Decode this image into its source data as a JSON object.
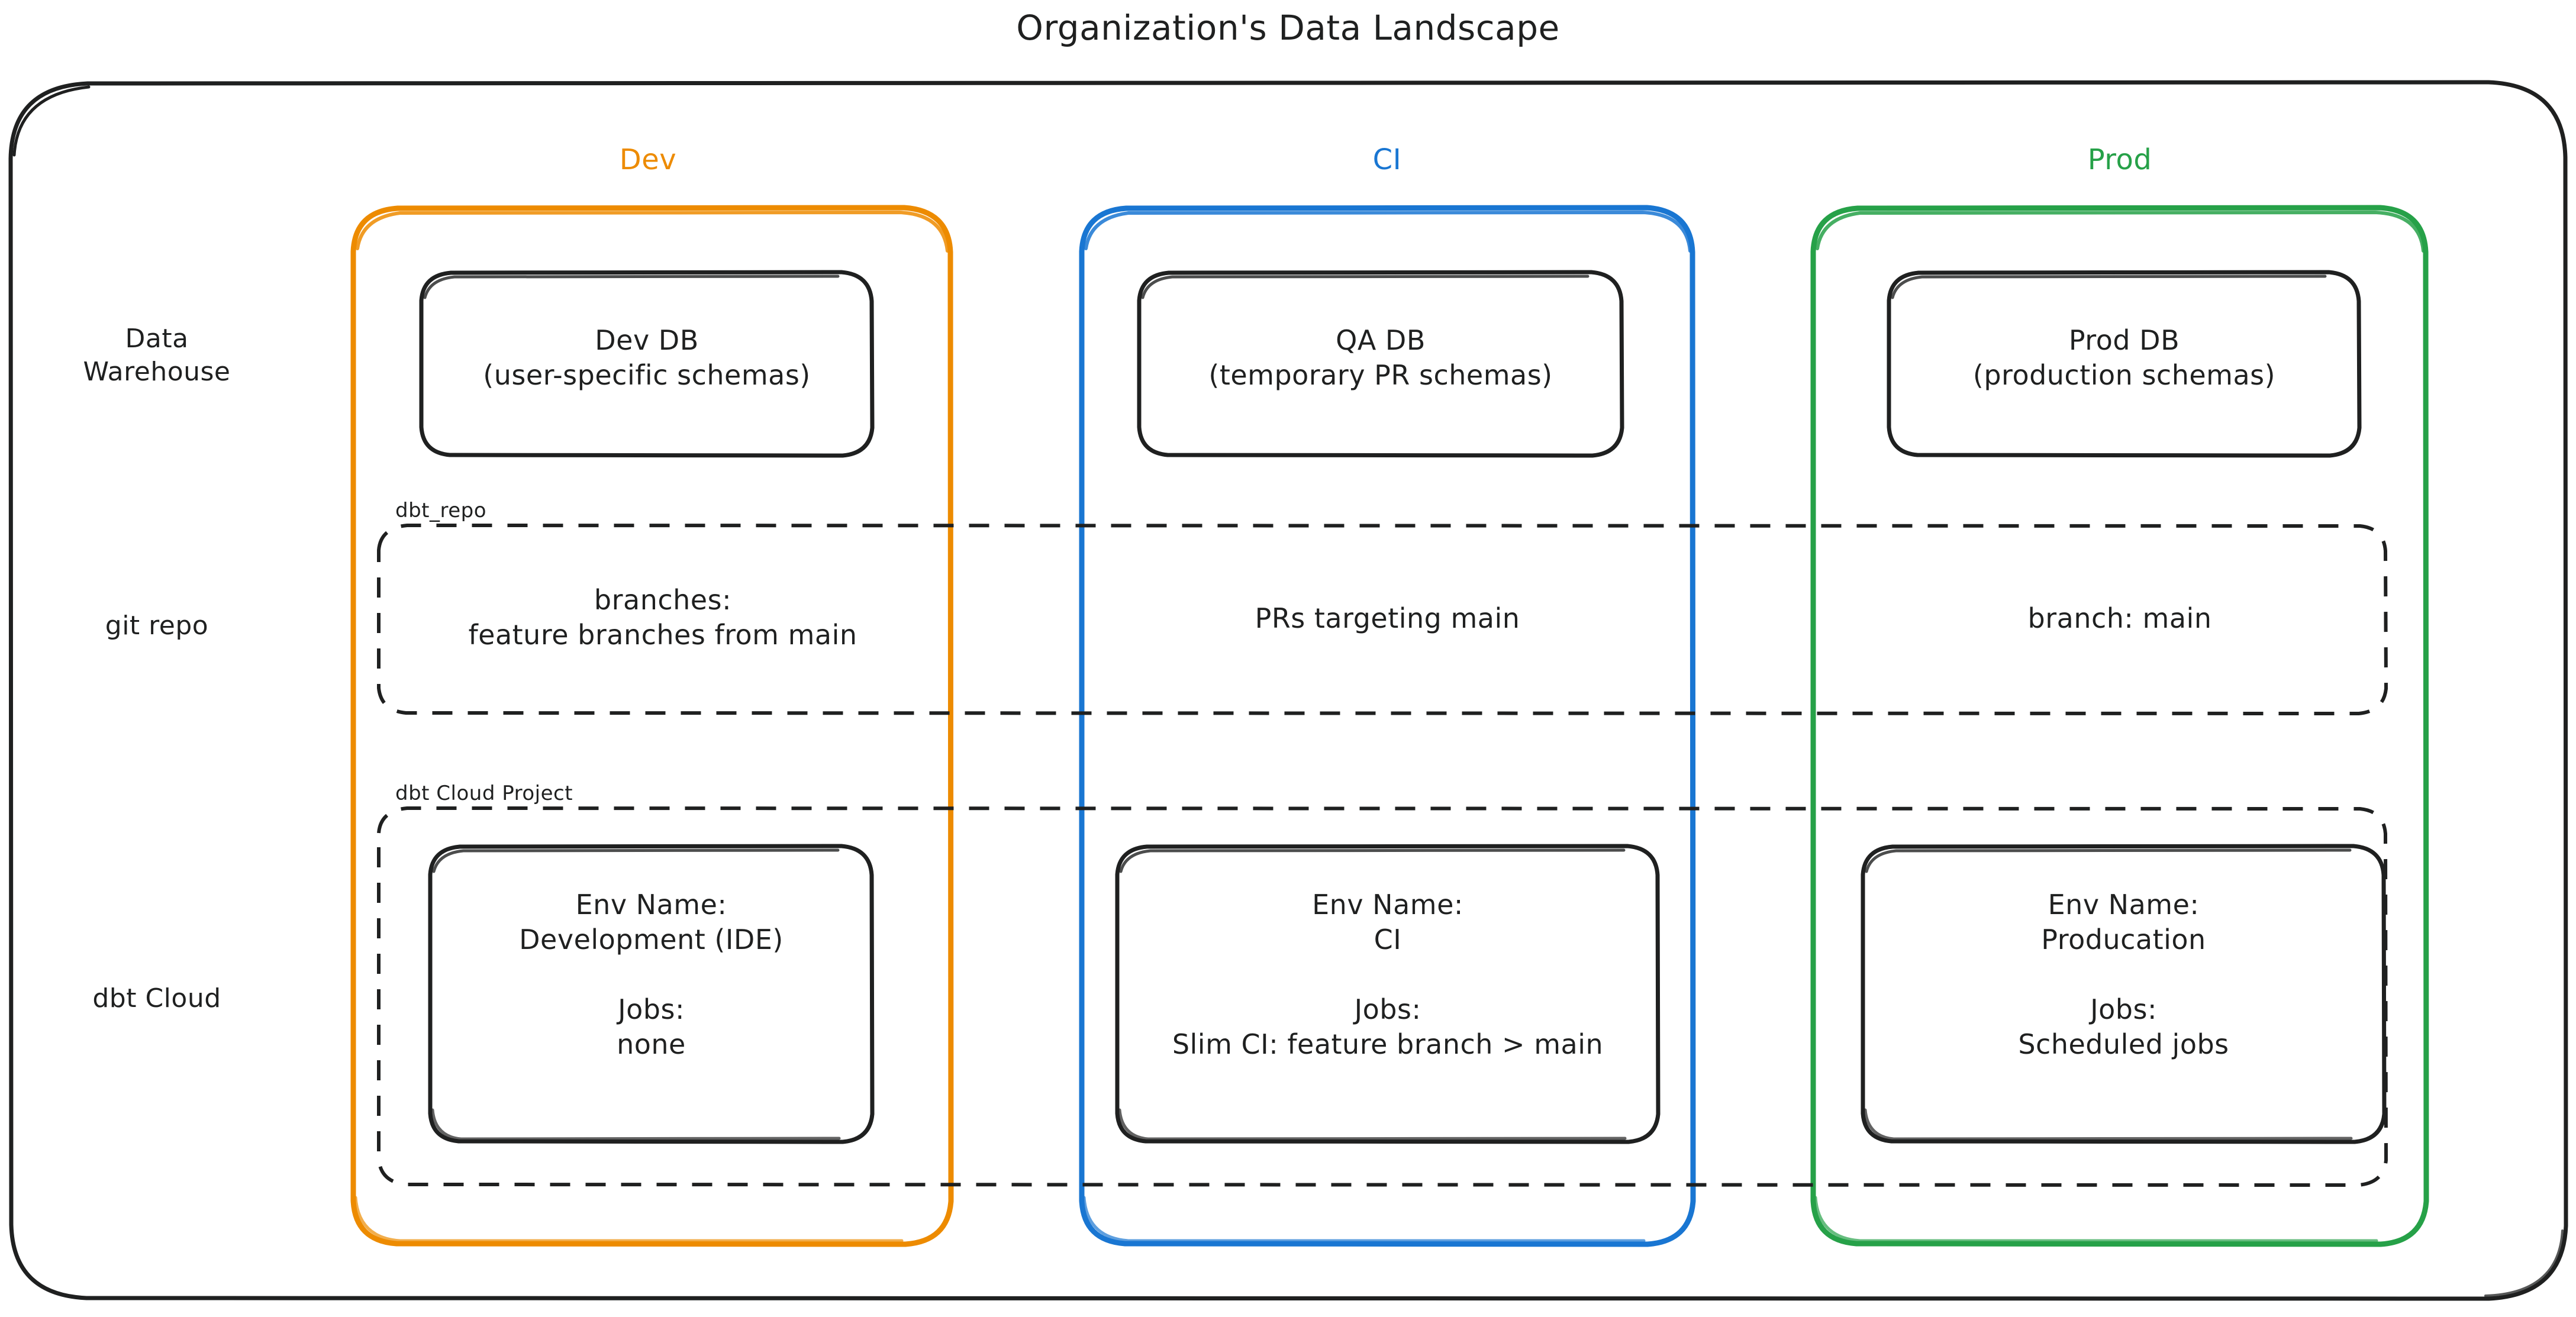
{
  "diagram": {
    "title": "Organization's Data Landscape",
    "type": "architecture-grid",
    "style": "hand-drawn-sketch"
  },
  "colors": {
    "dev": "#ED8B00",
    "ci": "#1976D2",
    "prod": "#26A148",
    "stroke": "#1f2020",
    "background": "#ffffff"
  },
  "columns": [
    {
      "key": "dev",
      "label": "Dev",
      "color": "#ED8B00"
    },
    {
      "key": "ci",
      "label": "CI",
      "color": "#1976D2"
    },
    {
      "key": "prod",
      "label": "Prod",
      "color": "#26A148"
    }
  ],
  "rows": [
    {
      "key": "warehouse",
      "label": "Data\nWarehouse"
    },
    {
      "key": "git",
      "label": "git repo"
    },
    {
      "key": "dbtcloud",
      "label": "dbt Cloud"
    }
  ],
  "clusters": [
    {
      "key": "dbt_repo",
      "label": "dbt_repo"
    },
    {
      "key": "dbt_project",
      "label": "dbt Cloud Project"
    }
  ],
  "cells": {
    "warehouse": {
      "dev": "Dev DB\n(user-specific schemas)",
      "ci": "QA DB\n(temporary PR schemas)",
      "prod": "Prod DB\n(production schemas)"
    },
    "git": {
      "dev": "branches:\nfeature branches from main",
      "ci": "PRs targeting main",
      "prod": "branch: main"
    },
    "dbtcloud": {
      "dev": "Env Name:\nDevelopment (IDE)\n\nJobs:\nnone",
      "ci": "Env Name:\nCI\n\nJobs:\nSlim CI: feature branch > main",
      "prod": "Env Name:\nProducation\n\nJobs:\nScheduled jobs"
    }
  }
}
